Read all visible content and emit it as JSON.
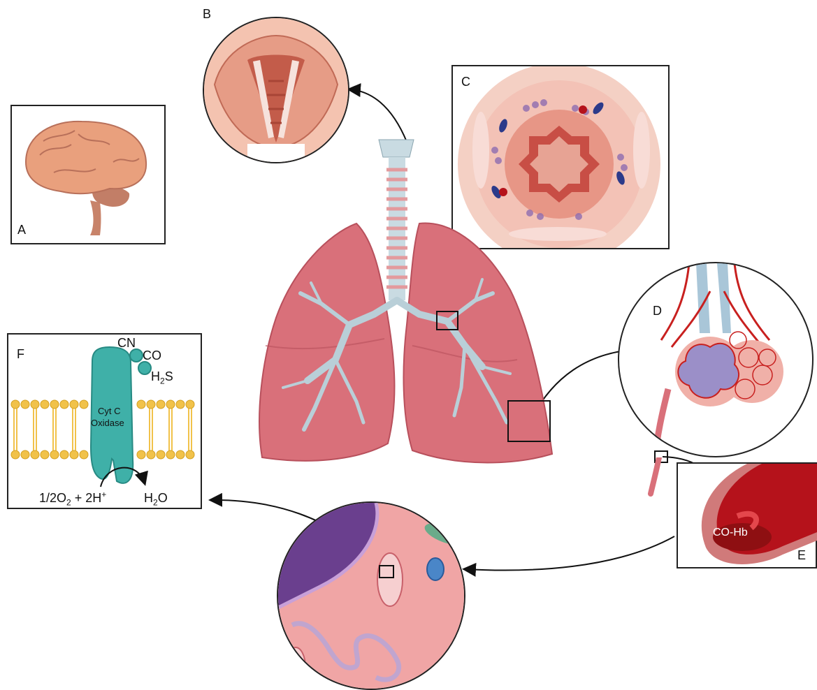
{
  "panels": {
    "a": {
      "label": "A"
    },
    "b": {
      "label": "B"
    },
    "c": {
      "label": "C"
    },
    "d": {
      "label": "D"
    },
    "e": {
      "label": "E",
      "caption": "CO-Hb"
    },
    "f": {
      "label": "F",
      "enzyme_line1": "Cyt C",
      "enzyme_line2": "Oxidase",
      "inhibitor_cn": "CN",
      "inhibitor_co": "CO",
      "inhibitor_h2s_base": "H",
      "inhibitor_h2s_sub": "2",
      "inhibitor_h2s_tail": "S",
      "reaction_left_a": "1/2O",
      "reaction_left_sub": "2",
      "reaction_left_b": " + 2H",
      "reaction_left_sup": "+",
      "product_base": "H",
      "product_sub": "2",
      "product_tail": "O"
    }
  },
  "colors": {
    "lung": "#d9707a",
    "lung_dark": "#b8505c",
    "airway": "#b9cfd8",
    "brain": "#e9a07d",
    "enzyme": "#3fb0a8",
    "membrane": "#f1c24a",
    "blood": "#b5121b",
    "cell": "#f0a5a5",
    "nucleus": "#6a3f8e"
  }
}
